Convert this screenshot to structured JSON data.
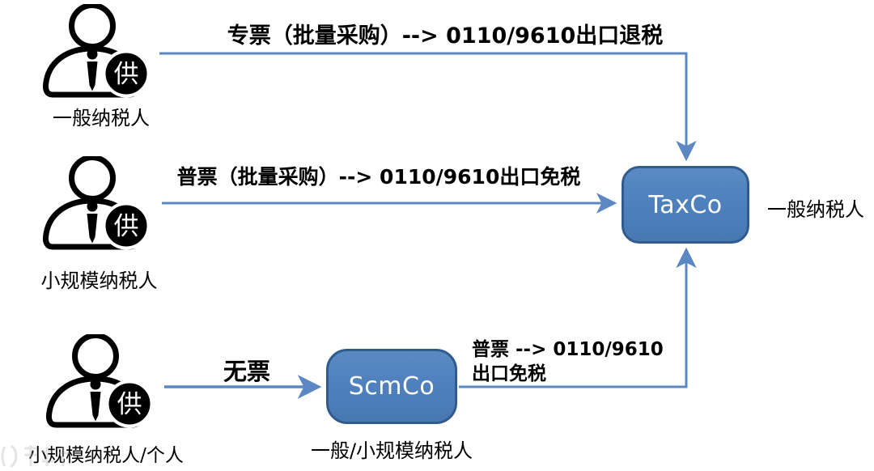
{
  "diagram": {
    "suppliers": [
      {
        "label": "一般纳税人",
        "badge": "供"
      },
      {
        "label": "小规模纳税人",
        "badge": "供"
      },
      {
        "label": "小规模纳税人/个人",
        "badge": "供"
      }
    ],
    "nodes": {
      "taxco": {
        "label": "TaxCo",
        "side_label": "一般纳税人"
      },
      "scmco": {
        "label": "ScmCo",
        "bottom_label": "一般/小规模纳税人"
      }
    },
    "flows": [
      {
        "from": "一般纳税人",
        "to": "TaxCo",
        "label": "专票（批量采购）--> 0110/9610出口退税"
      },
      {
        "from": "小规模纳税人",
        "to": "TaxCo",
        "label": "普票（批量采购）--> 0110/9610出口免税"
      },
      {
        "from": "小规模纳税人/个人",
        "to": "ScmCo",
        "label": "无票"
      },
      {
        "from": "ScmCo",
        "to": "TaxCo",
        "label_line1": "普票 --> 0110/9610",
        "label_line2": "出口免税"
      }
    ],
    "colors": {
      "node_fill": "#4f81bd",
      "node_border": "#2f5b8f",
      "arrow": "#5b87c2",
      "text": "#000000",
      "node_text": "#ffffff"
    }
  }
}
